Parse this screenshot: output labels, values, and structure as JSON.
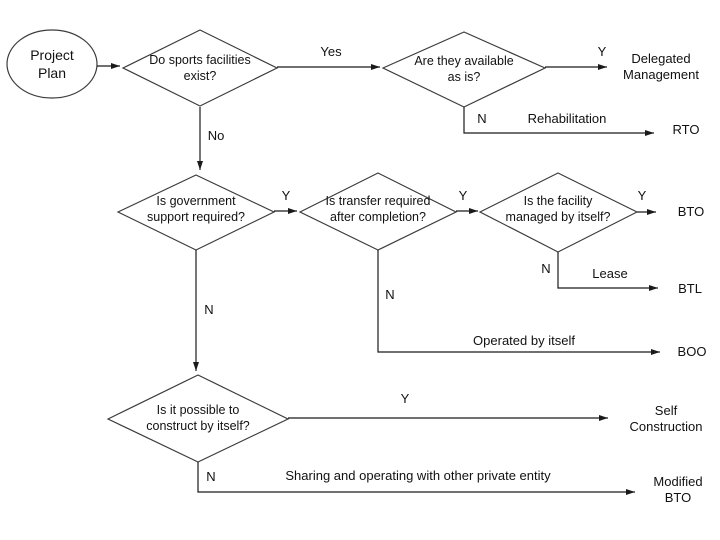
{
  "start": {
    "label": "Project\nPlan"
  },
  "decisions": {
    "sports_exist": "Do sports facilities\nexist?",
    "available_as_is": "Are they available\nas is?",
    "gov_support": "Is government\nsupport required?",
    "transfer_required": "Is transfer required\nafter completion?",
    "managed_by_itself": "Is the facility\nmanaged by itself?",
    "construct_by_itself": "Is it possible to\nconstruct by itself?"
  },
  "edge_labels": {
    "sports_yes": "Yes",
    "sports_no": "No",
    "available_y": "Y",
    "available_n": "N",
    "rehabilitation": "Rehabilitation",
    "gov_y": "Y",
    "gov_n": "N",
    "transfer_y": "Y",
    "transfer_n": "N",
    "managed_y": "Y",
    "managed_n": "N",
    "lease": "Lease",
    "operated_by_itself": "Operated by itself",
    "construct_y": "Y",
    "construct_n": "N",
    "sharing": "Sharing and operating with other private entity"
  },
  "outcomes": {
    "delegated_management": "Delegated\nManagement",
    "rto": "RTO",
    "bto": "BTO",
    "btl": "BTL",
    "boo": "BOO",
    "self_construction": "Self\nConstruction",
    "modified_bto": "Modified\nBTO"
  },
  "colors": {
    "background": "#FFFFFF",
    "start_fill": "#CBF2F2",
    "shape_stroke": "#3C3C3C",
    "connector": "#1A1A1A",
    "text": "#111111"
  }
}
